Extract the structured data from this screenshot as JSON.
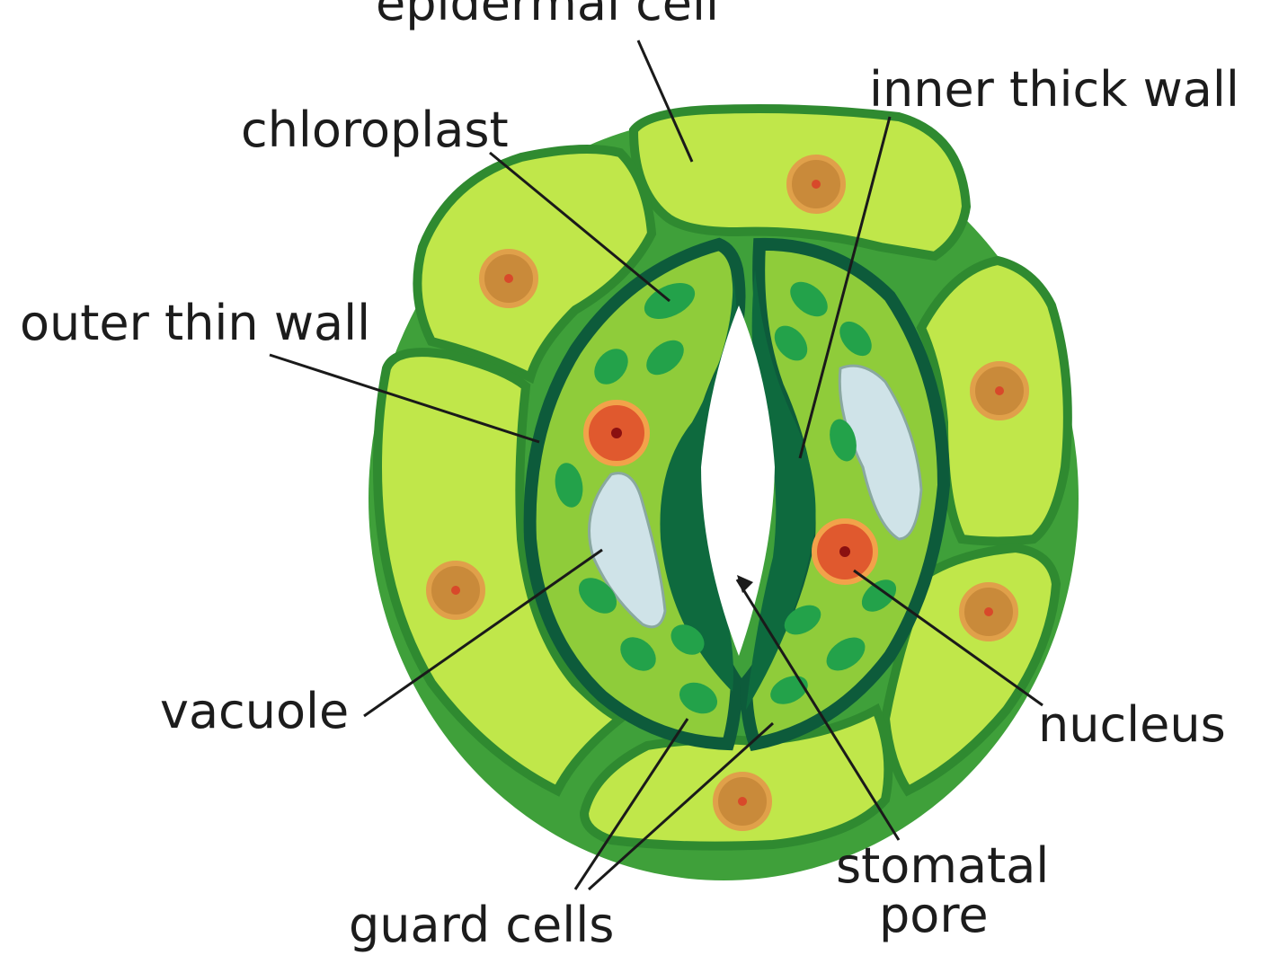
{
  "colors": {
    "epidermal_fill": "#c0e74a",
    "epidermal_border": "#3fa03a",
    "guard_fill": "#8fcc3a",
    "guard_wall": "#0d5b3b",
    "thick_wall": "#0e6a3e",
    "chloroplast": "#23a24a",
    "vacuole": "#cfe3e8",
    "nucleus_guard": "#e0592e",
    "nucleus_epidermal": "#c98a3a"
  },
  "labels": {
    "epidermal_cell": "epidermal cell",
    "chloroplast": "chloroplast",
    "inner_thick_wall": "inner thick wall",
    "outer_thin_wall": "outer thin wall",
    "vacuole": "vacuole",
    "nucleus": "nucleus",
    "guard_cells": "guard  cells",
    "stomatal_pore_line1": "stomatal",
    "stomatal_pore_line2": "pore"
  }
}
